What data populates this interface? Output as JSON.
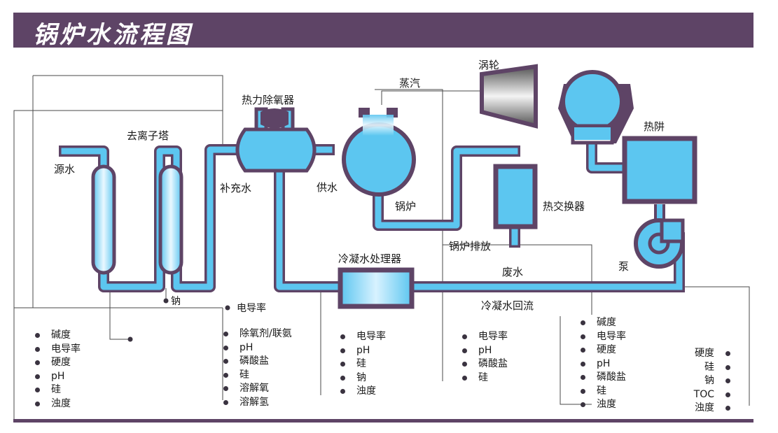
{
  "title": "锅炉水流程图",
  "labels": {
    "source_water": "源水",
    "deionizer": "去离子塔",
    "deaerator": "热力除氧器",
    "makeup_water": "补充水",
    "feed_water": "供水",
    "boiler": "锅炉",
    "steam": "蒸汽",
    "turbine": "涡轮",
    "hotwell": "热阱",
    "heat_exchanger": "热交换器",
    "blowdown": "锅炉排放",
    "waste_water": "废水",
    "pump": "泵",
    "condensate_treatment": "冷凝水处理器",
    "condensate_return": "冷凝水回流",
    "sodium": "钠",
    "conductivity": "电导率"
  },
  "parameter_groups": {
    "source": [
      "碱度",
      "电导率",
      "硬度",
      "pH",
      "硅",
      "浊度"
    ],
    "deaerator": [
      "除氧剂/联氨",
      "pH",
      "磷酸盐",
      "硅",
      "溶解氧",
      "溶解氢"
    ],
    "condensate_treatment": [
      "电导率",
      "pH",
      "硅",
      "钠",
      "浊度"
    ],
    "blowdown": [
      "电导率",
      "pH",
      "磷酸盐",
      "硅"
    ],
    "condensate_return": [
      "碱度",
      "电导率",
      "硬度",
      "pH",
      "磷酸盐",
      "硅",
      "浊度"
    ],
    "pump": [
      "硬度",
      "硅",
      "钠",
      "TOC",
      "浊度"
    ]
  },
  "colors": {
    "banner": "#5e4466",
    "equipment_outline": "#5e4466",
    "water": "#5cc6f0",
    "sample_line": "#4a4a4a"
  }
}
